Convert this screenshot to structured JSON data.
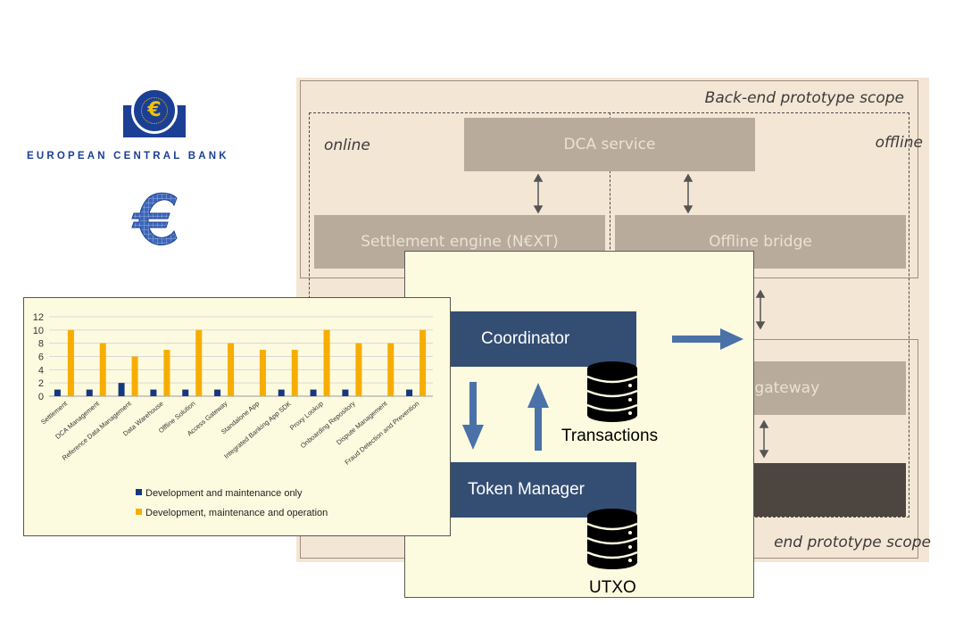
{
  "logo": {
    "name": "EUROPEAN CENTRAL BANK",
    "emblem_icon": "euro-circle-icon",
    "secondary_icon": "euro-3d-icon",
    "euro_glyph": "€"
  },
  "diagram": {
    "back_scope_label": "Back-end prototype scope",
    "front_scope_label": "end prototype scope",
    "online_label": "online",
    "offline_label": "offline",
    "dca_service": "DCA service",
    "settlement_engine": "Settlement engine (N€XT)",
    "offline_bridge": "Offline bridge",
    "distribution_gateway": "bution gateway"
  },
  "overlay": {
    "coordinator": "Coordinator",
    "token_manager": "Token Manager",
    "transactions_label": "Transactions",
    "utxo_label": "UTXO",
    "database_icon": "database-icon"
  },
  "colors": {
    "series_dev": "#16387e",
    "series_dev_op": "#f6ad00",
    "panel_beige": "#f4e6d5",
    "box_taupe": "#b9ab9b",
    "box_navy": "#344e73",
    "arrow_blue": "#4a72a8",
    "ecb_blue": "#1b3f94"
  },
  "chart_data": {
    "type": "bar",
    "categories": [
      "Settlement",
      "DCA Management",
      "Reference Data Management",
      "Data Warehouse",
      "Offline Solution",
      "Access Gateway",
      "Standalone App",
      "Integrated Banking App SDK",
      "Proxy Lookup",
      "Onboarding Repository",
      "Dispute Management",
      "Fraud Detection and Prevention"
    ],
    "series": [
      {
        "name": "Development and maintenance only",
        "values": [
          1,
          1,
          2,
          1,
          1,
          1,
          0,
          1,
          1,
          1,
          0,
          1
        ]
      },
      {
        "name": "Development, maintenance and operation",
        "values": [
          10,
          8,
          6,
          7,
          10,
          8,
          7,
          7,
          10,
          8,
          8,
          10
        ]
      }
    ],
    "yticks": [
      "0",
      "2",
      "4",
      "6",
      "8",
      "10",
      "12"
    ],
    "ylim": [
      0,
      12
    ],
    "grid": true,
    "legend_position": "bottom"
  }
}
